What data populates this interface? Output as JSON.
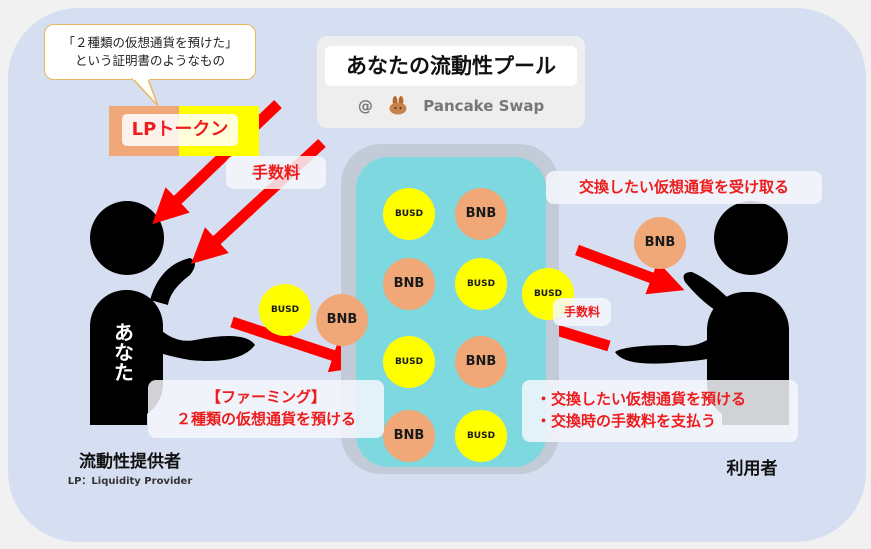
{
  "callout": {
    "line1": "「２種類の仮想通貨を預けた」",
    "line2": "という証明書のようなもの"
  },
  "lp_token": {
    "label": "LPトークン"
  },
  "pool_title": {
    "title": "あなたの流動性プール",
    "at": "@",
    "platform": "Pancake Swap",
    "logo_icon": "pancakeswap-bunny-icon"
  },
  "labels": {
    "fee_left": "手数料",
    "fee_right": "手数料",
    "receive": "交換したい仮想通貨を受け取る",
    "farming_line1": "【ファーミング】",
    "farming_line2": "２種類の仮想通貨を預ける",
    "user_action1": "・交換したい仮想通貨を預ける",
    "user_action2": "・交換時の手数料を支払う"
  },
  "provider": {
    "body_text": "あなた",
    "title": "流動性提供者",
    "subtitle": "LP：Liquidity Provider"
  },
  "user": {
    "title": "利用者"
  },
  "coins": {
    "busd": "BUSD",
    "bnb": "BNB"
  },
  "pool_coins": [
    "BUSD",
    "BNB",
    "BNB",
    "BUSD",
    "BUSD",
    "BNB",
    "BNB",
    "BUSD"
  ],
  "colors": {
    "arrow": "#ff0000",
    "label_text": "#ee1c1c",
    "busd": "#ffff00",
    "bnb": "#f0a878",
    "pool": "#7dd8e0",
    "panel": "#d6dff1"
  }
}
